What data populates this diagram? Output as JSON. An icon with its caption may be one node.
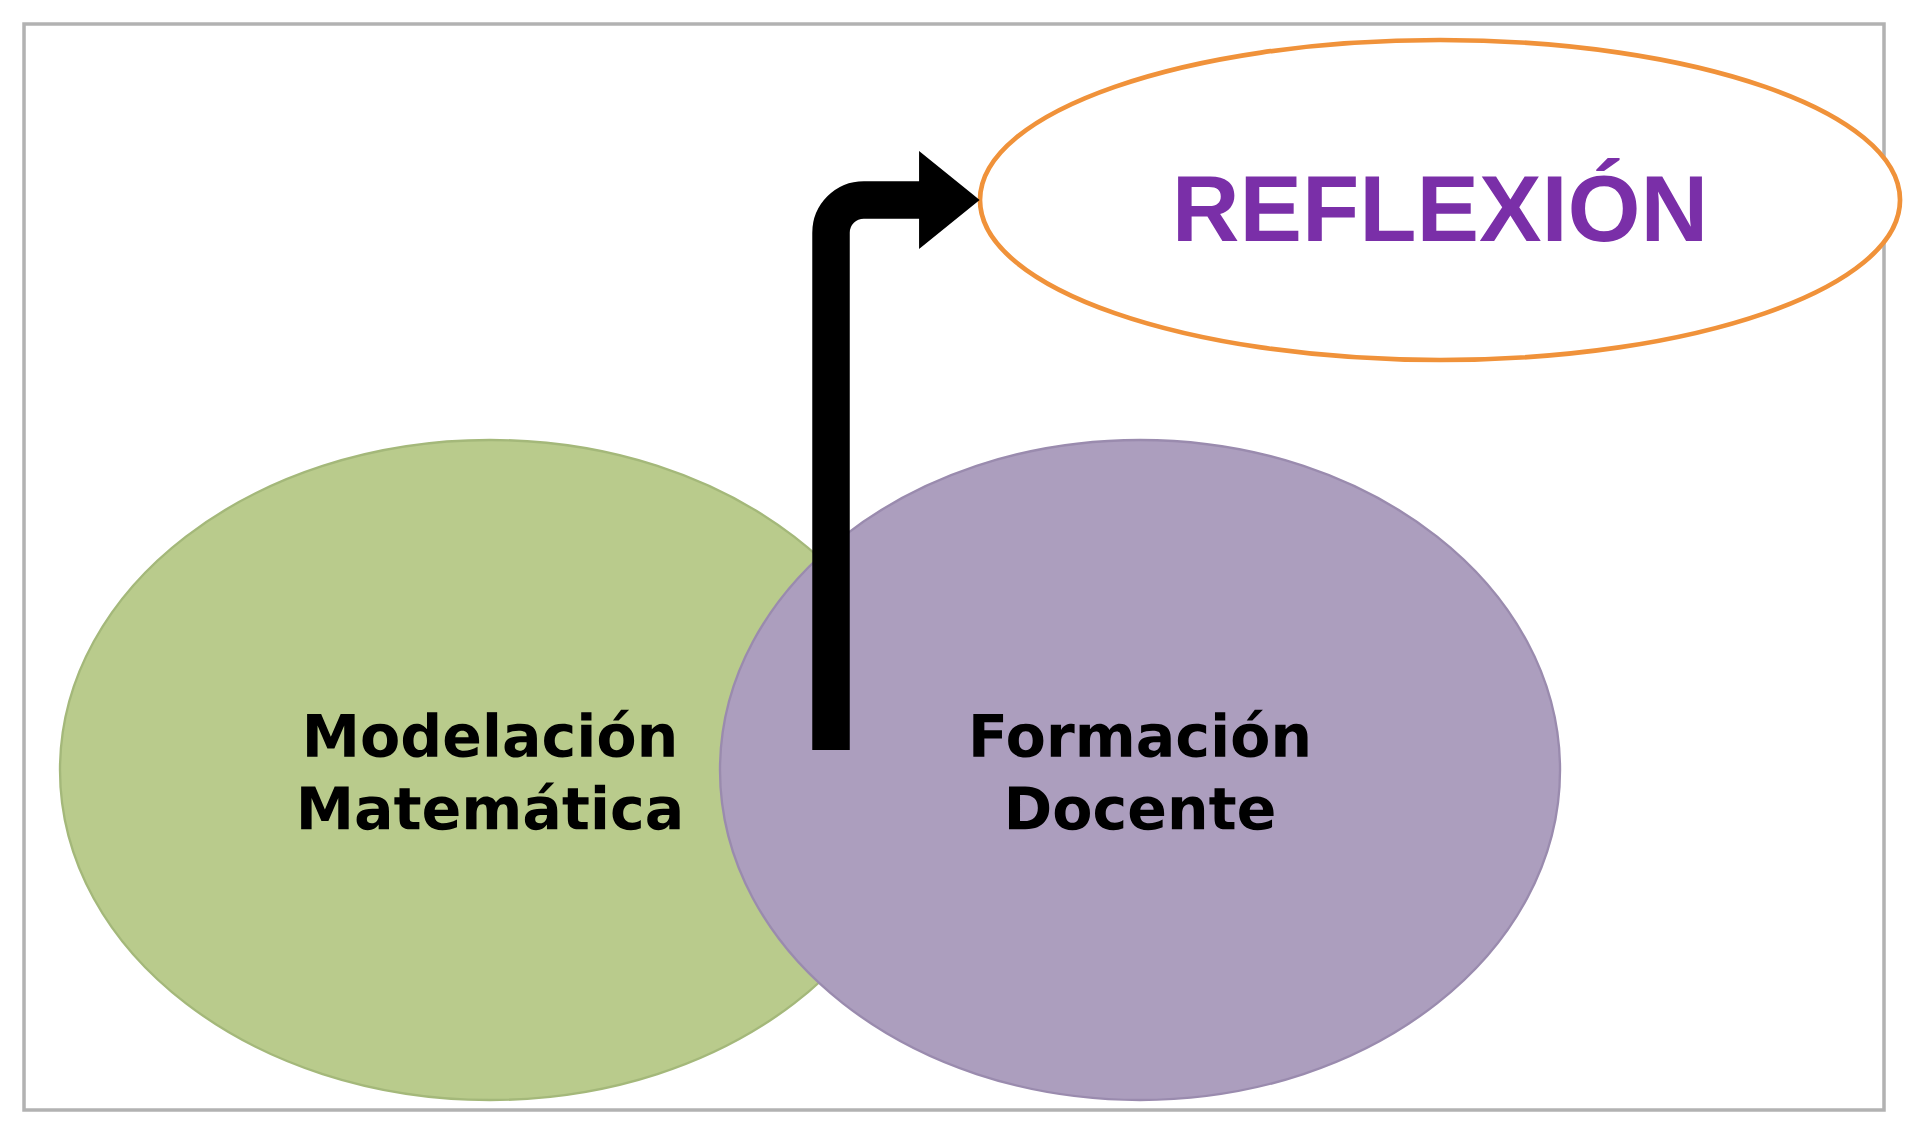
{
  "diagram": {
    "nodes": [
      {
        "text": [
          "Modelación Matemática"
        ]
      },
      {
        "text": [
          "Formación Docente"
        ]
      },
      {
        "text": [
          "REFLEXIÓN"
        ]
      }
    ],
    "edges": [
      {
        "from": 0,
        "to": 2,
        "arrow": "to"
      },
      {
        "from": 1,
        "to": 2,
        "arrow": "to"
      }
    ]
  }
}
